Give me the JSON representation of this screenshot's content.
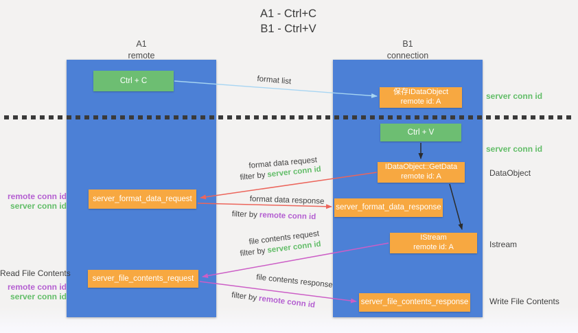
{
  "title": {
    "line1": "A1 - Ctrl+C",
    "line2": "B1 - Ctrl+V"
  },
  "lifelines": {
    "a1": {
      "id": "A1",
      "subtitle": "remote"
    },
    "b1": {
      "id": "B1",
      "subtitle": "connection"
    }
  },
  "nodes": {
    "ctrl_c": {
      "label": "Ctrl + C"
    },
    "ctrl_v": {
      "label": "Ctrl + V"
    },
    "save_dataobject": {
      "line1": "保存IDataObject",
      "line2": "remote id: A"
    },
    "getdata": {
      "line1": "IDataObject::GetData",
      "line2": "remote id: A"
    },
    "istream": {
      "line1": "IStream",
      "line2": "remote id: A"
    },
    "format_request": {
      "label": "server_format_data_request"
    },
    "format_response": {
      "label": "server_format_data_response"
    },
    "file_request": {
      "label": "server_file_contents_request"
    },
    "file_response": {
      "label": "server_file_contents_response"
    }
  },
  "messages": {
    "format_list": {
      "label": "format list"
    },
    "format_data_request": {
      "label": "format data request",
      "filter_prefix": "filter by",
      "filter_id": "server conn id"
    },
    "format_data_response": {
      "label": "format data response",
      "filter_prefix": "filter by",
      "filter_id": "remote conn id"
    },
    "file_contents_request": {
      "label": "file contents request",
      "filter_prefix": "filter by",
      "filter_id": "server conn id"
    },
    "file_contents_response": {
      "label": "file contents response",
      "filter_prefix": "filter by",
      "filter_id": "remote conn id"
    }
  },
  "annotations": {
    "server_conn_id_top": "server conn id",
    "server_conn_id_mid": "server conn id",
    "dataobject": "DataObject",
    "istream": "Istream",
    "write_file_contents": "Write File Contents",
    "read_file_contents": "Read File Contents",
    "format_left": {
      "remote": "remote conn id",
      "server": "server conn id"
    },
    "file_left": {
      "remote": "remote conn id",
      "server": "server conn id"
    }
  },
  "colors": {
    "lifeline_blue": "#4c80d6",
    "action_green": "#6dbe72",
    "node_orange": "#f7a841",
    "arrow_red": "#ec655b",
    "arrow_magenta": "#cc5ec6",
    "arrow_blue": "#a7d5f2",
    "arrow_black": "#2b2b2b",
    "id_green": "#62bd68",
    "id_purple": "#b45fd1"
  }
}
